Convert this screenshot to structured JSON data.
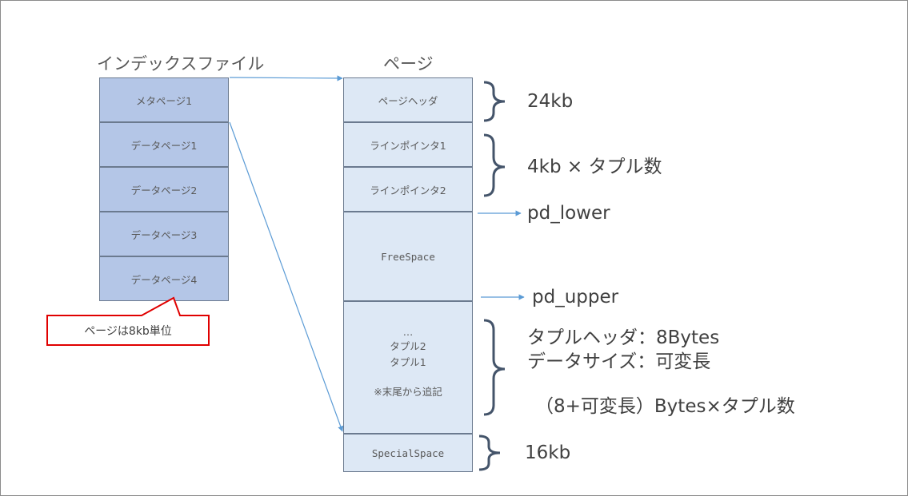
{
  "index_file": {
    "title": "インデックスファイル",
    "blocks": [
      "メタページ1",
      "データページ1",
      "データページ2",
      "データページ3",
      "データページ4"
    ],
    "callout": "ページは8kb単位"
  },
  "page": {
    "title": "ページ",
    "header": "ページヘッダ",
    "line_pointer_1": "ラインポインタ1",
    "line_pointer_2": "ラインポインタ2",
    "free_space": "FreeSpace",
    "tuples": [
      "…",
      "タプル2",
      "タプル1"
    ],
    "tuples_note": "※末尾から追記",
    "special_space": "SpecialSpace"
  },
  "annotations": {
    "header_size": "24kb",
    "line_pointer_size": "4kb × タプル数",
    "pd_lower": "pd_lower",
    "pd_upper": "pd_upper",
    "tuple_header": "タプルヘッダ：8Bytes",
    "data_size": "データサイズ：可変長",
    "tuple_total": "（8+可変長）Bytes×タプル数",
    "special_size": "16kb"
  },
  "colors": {
    "index_fill": "#b4c6e7",
    "page_fill": "#dde8f5",
    "arrow": "#5b9bd5",
    "brace": "#44546a",
    "callout_border": "#e00000"
  }
}
